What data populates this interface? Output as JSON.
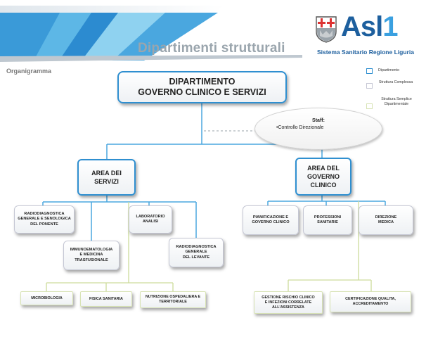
{
  "header": {
    "title": "Dipartimenti strutturali",
    "logo_word": "Asl",
    "logo_number": "1",
    "logo_subtitle": "Sistema Sanitario Regione Liguria"
  },
  "page_label": "Organigramma",
  "legend": [
    {
      "label": "Dipartimento",
      "color": "#2f8fd0"
    },
    {
      "label": "Struttura Complessa",
      "color": "#c5c7d4"
    },
    {
      "label": "Struttura Semplice Dipartimentale",
      "color": "#d8e3b5"
    }
  ],
  "department": {
    "line1": "DIPARTIMENTO",
    "line2": "GOVERNO CLINICO E SERVIZI"
  },
  "staff": {
    "title": "Staff:",
    "item": "•Controllo Direzionale"
  },
  "areas": {
    "servizi": {
      "line1": "AREA DEI",
      "line2": "SERVIZI"
    },
    "governo": {
      "line1": "AREA DEL",
      "line2": "GOVERNO",
      "line3": "CLINICO"
    }
  },
  "complex_units": {
    "radio_ponente": [
      "RADIODIAGNOSTICA",
      "GENERALE E SENOLOGICA",
      "DEL PONENTE"
    ],
    "immuno": [
      "IMMUNOEMATOLOGIA",
      "E MEDICINA",
      "TRASFUSIONALE"
    ],
    "laboratorio": [
      "LABORATORIO",
      "ANALISI"
    ],
    "radio_levante": [
      "RADIODIAGNOSTICA",
      "GENERALE",
      "DEL LEVANTE"
    ],
    "pianificazione": [
      "PIANIFICAZIONE E",
      "GOVERNO CLINICO"
    ],
    "professioni": [
      "PROFESSIONI",
      "SANITARIE"
    ],
    "direzione": [
      "DIREZIONE",
      "MEDICA"
    ]
  },
  "simple_units": {
    "microbiologia": [
      "MICROBIOLOGIA"
    ],
    "fisica": [
      "FISICA SANITARIA"
    ],
    "nutrizione": [
      "NUTRIZIONE OSPEDALIERA E",
      "TERRITORIALE"
    ],
    "rischio": [
      "GESTIONE RISCHIO CLINICO",
      "E INFEZIONI CORRELATE",
      "ALL'ASSISTENZA"
    ],
    "certificazione": [
      "CERTIFICAZIONE QUALITA,",
      "ACCREDITAMENTO"
    ]
  }
}
